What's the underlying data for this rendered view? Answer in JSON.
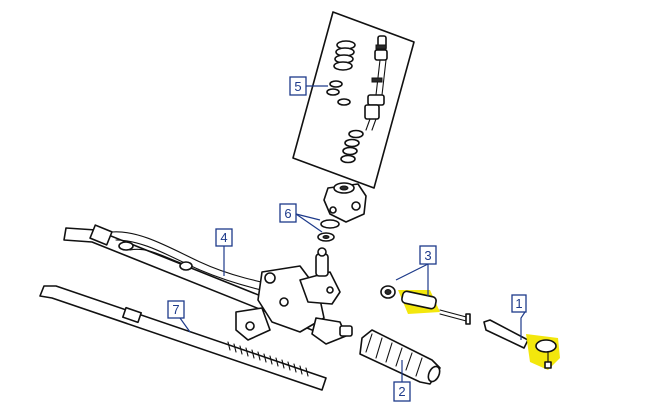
{
  "diagram": {
    "callouts": [
      {
        "id": "1",
        "label": "1"
      },
      {
        "id": "2",
        "label": "2"
      },
      {
        "id": "3",
        "label": "3"
      },
      {
        "id": "4",
        "label": "4"
      },
      {
        "id": "5",
        "label": "5"
      },
      {
        "id": "6",
        "label": "6"
      },
      {
        "id": "7",
        "label": "7"
      }
    ],
    "colors": {
      "callout": "#1d3a8a",
      "highlight": "#f2e600",
      "line": "#111111"
    },
    "highlighted_parts": [
      "3",
      "1"
    ]
  }
}
